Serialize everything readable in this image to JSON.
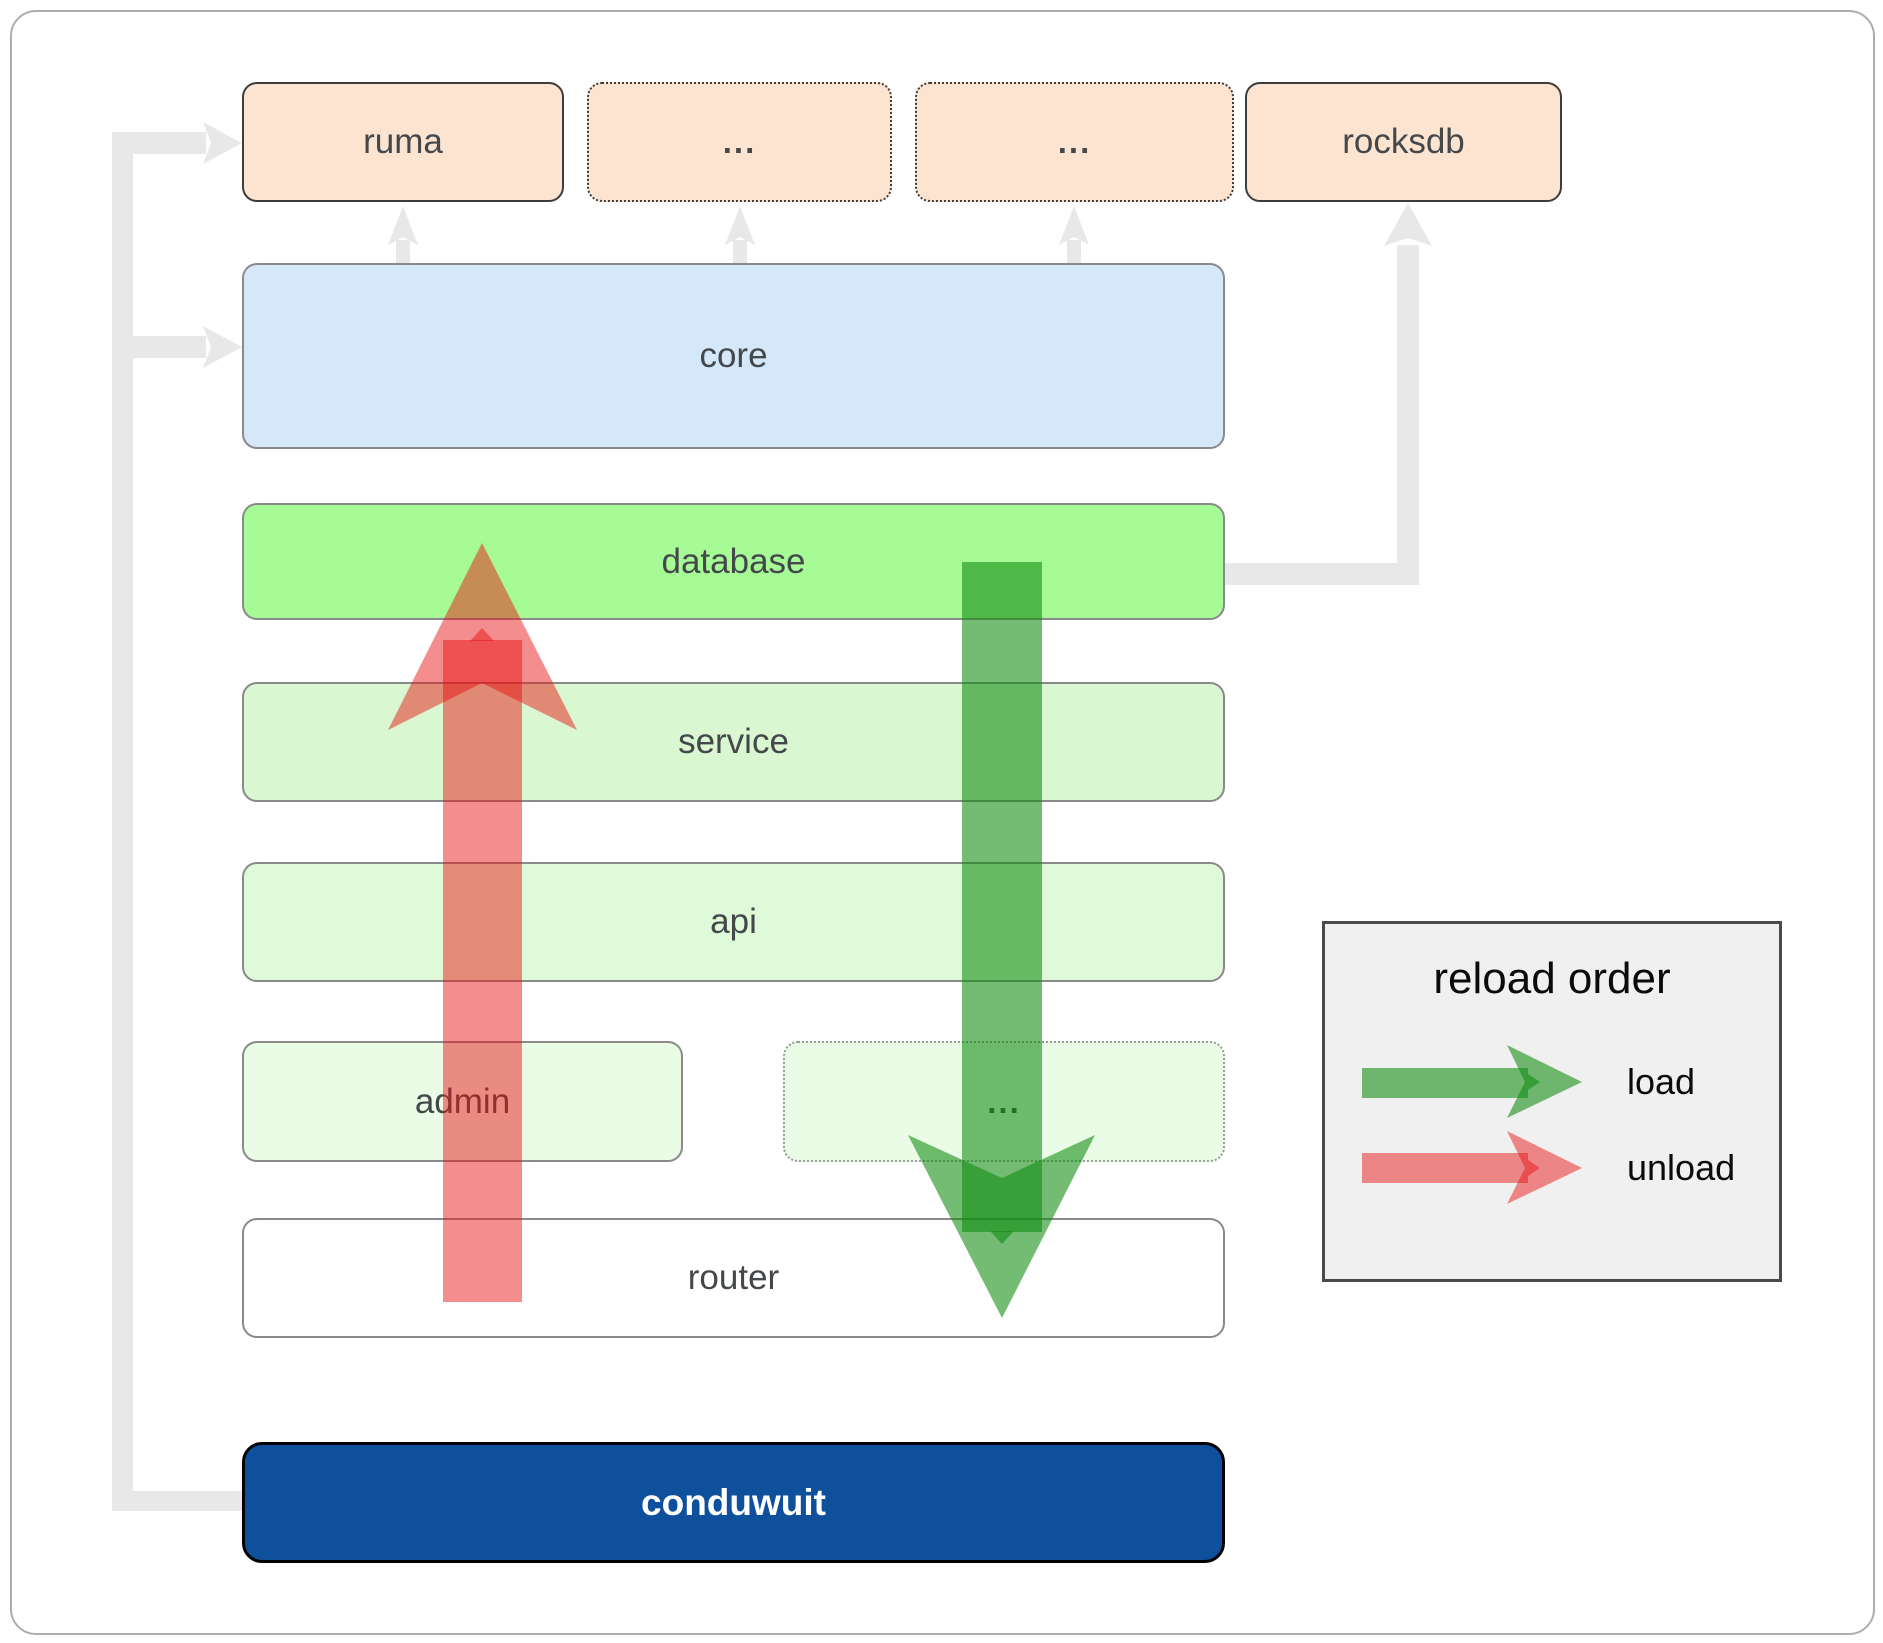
{
  "diagram": {
    "top_row": [
      {
        "id": "ruma",
        "label": "ruma",
        "border": "solid"
      },
      {
        "id": "other1",
        "label": "...",
        "border": "dotted"
      },
      {
        "id": "other2",
        "label": "...",
        "border": "dotted"
      },
      {
        "id": "rocksdb",
        "label": "rocksdb",
        "border": "solid"
      }
    ],
    "layers": [
      {
        "id": "core",
        "label": "core"
      },
      {
        "id": "database",
        "label": "database"
      },
      {
        "id": "service",
        "label": "service"
      },
      {
        "id": "api",
        "label": "api"
      }
    ],
    "admin_row": [
      {
        "id": "admin",
        "label": "admin",
        "border": "solid"
      },
      {
        "id": "admin_more",
        "label": "...",
        "border": "dotted"
      }
    ],
    "router": {
      "label": "router"
    },
    "conduwuit": {
      "label": "conduwuit"
    },
    "arrows": [
      {
        "id": "load",
        "direction": "down",
        "from": "database",
        "to": "router",
        "color": "green"
      },
      {
        "id": "unload",
        "direction": "up",
        "from": "router",
        "to": "database",
        "color": "red"
      }
    ],
    "legend": {
      "title": "reload order",
      "items": [
        {
          "label": "load",
          "arrow": "green-right-arrow"
        },
        {
          "label": "unload",
          "arrow": "red-right-arrow"
        }
      ]
    }
  },
  "colors": {
    "frame_border": "#adadad",
    "peach": "#fce4d1",
    "peach_border": "#3d3d3d",
    "blue": "#d5e8fa",
    "green_bright": "#a7fb96",
    "green_light": "#d9f7d0",
    "green_lighter": "#defad8",
    "green_faint": "#eafce6",
    "gray_border": "#8a8a8a",
    "dotted_gray": "#9a9a9a",
    "router_bg": "#ffffff",
    "conduwuit_bg": "#0f509d",
    "legend_bg": "#f0f0f0",
    "legend_border": "#4b4b4b",
    "connector": "#e8e8e8",
    "load_green": "#0f8c0f",
    "unload_red": "#e81010",
    "label": "#45484b"
  }
}
